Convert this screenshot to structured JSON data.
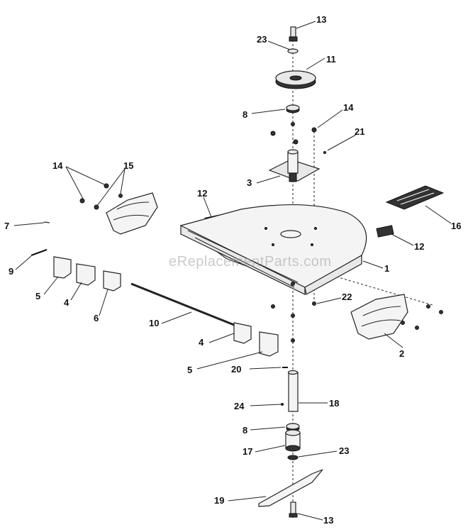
{
  "watermark": "eReplacementParts.com",
  "callouts": {
    "c13_top": "13",
    "c23_top": "23",
    "c11": "11",
    "c8_top": "8",
    "c14_right": "14",
    "c21": "21",
    "c3": "3",
    "c14_left": "14",
    "c15": "15",
    "c12_left": "12",
    "c16": "16",
    "c7": "7",
    "c12_right": "12",
    "c9": "9",
    "c1": "1",
    "c5_left": "5",
    "c4_left": "4",
    "c6": "6",
    "c22": "22",
    "c10": "10",
    "c2": "2",
    "c4_right": "4",
    "c5_right": "5",
    "c20": "20",
    "c24": "24",
    "c18": "18",
    "c8_bottom": "8",
    "c17": "17",
    "c23_bottom": "23",
    "c19": "19",
    "c13_bottom": "13"
  }
}
